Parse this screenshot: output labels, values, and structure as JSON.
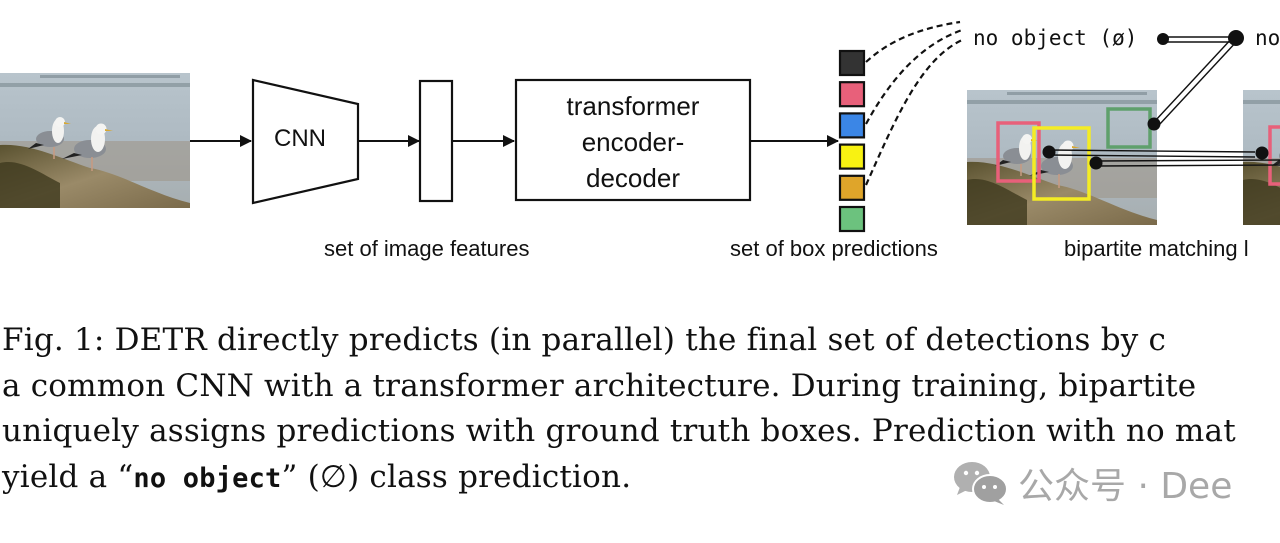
{
  "figure": {
    "cnn_label": "CNN",
    "transformer_label_lines": [
      "transformer",
      "encoder-",
      "decoder"
    ],
    "image_features_label": "set of image features",
    "box_predictions_label": "set of box predictions",
    "bipartite_label": "bipartite matching l",
    "no_object_label": "no object (ø)",
    "no_object_label_right": "no",
    "prediction_colors": [
      {
        "name": "dark",
        "hex": "#333333"
      },
      {
        "name": "red",
        "hex": "#e8607a"
      },
      {
        "name": "blue",
        "hex": "#3b86e6"
      },
      {
        "name": "yellow",
        "hex": "#f8f212"
      },
      {
        "name": "orange",
        "hex": "#dfa52a"
      },
      {
        "name": "green",
        "hex": "#6cc27e"
      }
    ],
    "box_colors": {
      "red": "#e8607a",
      "yellow": "#f4ec24",
      "green": "#5fa06c"
    }
  },
  "caption": {
    "lines": [
      "Fig. 1: DETR directly predicts (in parallel) the final set of detections by c",
      "a common CNN with a transformer architecture. During training, bipartite",
      "uniquely assigns predictions with ground truth boxes. Prediction with no mat"
    ],
    "last_line_prefix": "yield a “",
    "last_line_code": "no object",
    "last_line_suffix": "” (∅) class prediction."
  },
  "watermark": {
    "icon": "wechat-icon",
    "text": "公众号 · Dee"
  }
}
